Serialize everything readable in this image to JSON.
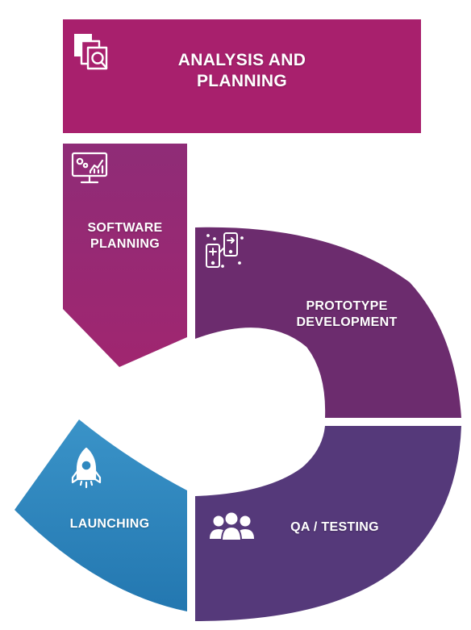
{
  "steps": [
    {
      "lines": [
        "ANALYSIS AND",
        "PLANNING"
      ],
      "color": "#a8206d",
      "icon": "document-search-icon"
    },
    {
      "lines": [
        "SOFTWARE",
        "PLANNING"
      ],
      "color": "#8e2a73",
      "icon": "monitor-analytics-icon"
    },
    {
      "lines": [
        "PROTOTYPE",
        "DEVELOPMENT"
      ],
      "color": "#6c2c6e",
      "icon": "mobile-prototype-icon"
    },
    {
      "lines": [
        "QA / TESTING"
      ],
      "color": "#55397a",
      "icon": "team-group-icon"
    },
    {
      "lines": [
        "LAUNCHING"
      ],
      "color": "#2b86bd",
      "icon": "rocket-icon"
    }
  ]
}
